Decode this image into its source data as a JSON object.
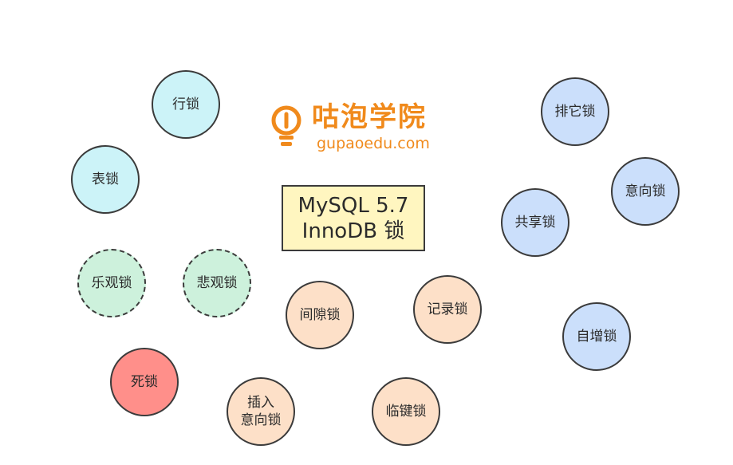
{
  "logo": {
    "name": "咕泡学院",
    "url": "gupaoedu.com",
    "color": "#f08a1c"
  },
  "center": {
    "line1": "MySQL 5.7",
    "line2": "InnoDB 锁",
    "fill": "#fff6c0"
  },
  "nodes": [
    {
      "id": "row-lock",
      "label": "行锁",
      "fill": "#ccf3f8",
      "dashed": false
    },
    {
      "id": "table-lock",
      "label": "表锁",
      "fill": "#ccf3f8",
      "dashed": false
    },
    {
      "id": "optimistic-lock",
      "label": "乐观锁",
      "fill": "#cdf1dc",
      "dashed": true
    },
    {
      "id": "pessimistic-lock",
      "label": "悲观锁",
      "fill": "#cdf1dc",
      "dashed": true
    },
    {
      "id": "deadlock",
      "label": "死锁",
      "fill": "#ff8f8a",
      "dashed": false
    },
    {
      "id": "gap-lock",
      "label": "间隙锁",
      "fill": "#fde0c8",
      "dashed": false
    },
    {
      "id": "record-lock",
      "label": "记录锁",
      "fill": "#fde0c8",
      "dashed": false
    },
    {
      "id": "insert-intention-lock",
      "label": "插入\n意向锁",
      "fill": "#fde0c8",
      "dashed": false
    },
    {
      "id": "next-key-lock",
      "label": "临键锁",
      "fill": "#fde0c8",
      "dashed": false
    },
    {
      "id": "exclusive-lock",
      "label": "排它锁",
      "fill": "#cbdffb",
      "dashed": false
    },
    {
      "id": "intention-lock",
      "label": "意向锁",
      "fill": "#cbdffb",
      "dashed": false
    },
    {
      "id": "shared-lock",
      "label": "共享锁",
      "fill": "#cbdffb",
      "dashed": false
    },
    {
      "id": "auto-inc-lock",
      "label": "自增锁",
      "fill": "#cbdffb",
      "dashed": false
    }
  ]
}
